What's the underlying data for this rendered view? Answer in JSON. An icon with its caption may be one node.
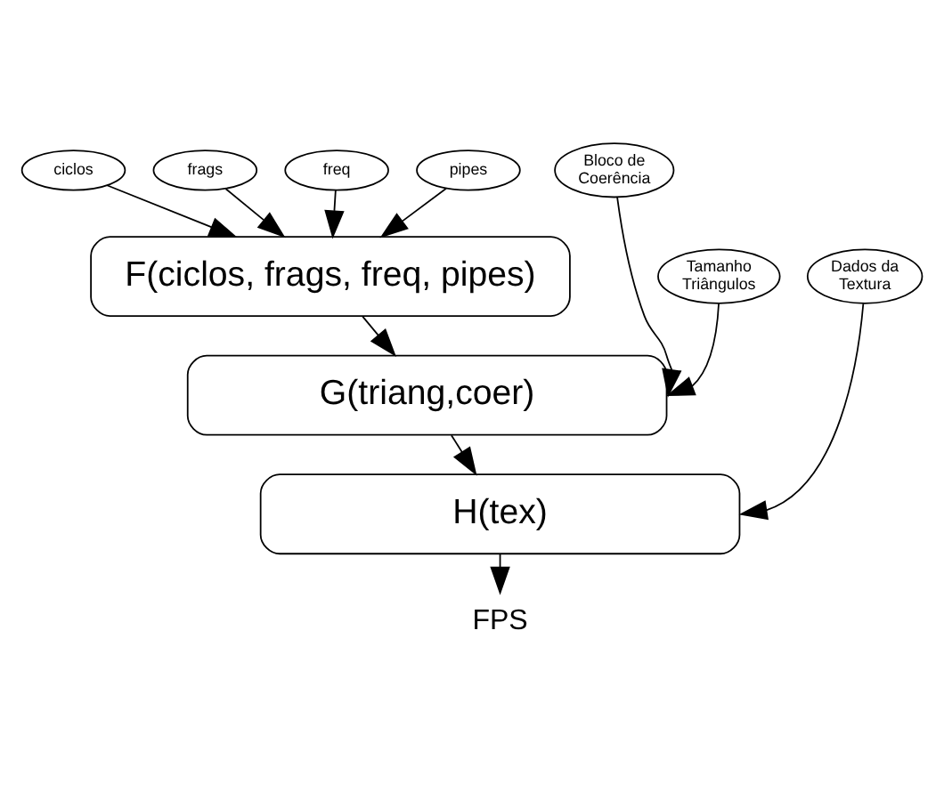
{
  "diagram": {
    "nodes": [
      {
        "text": [
          "ciclos"
        ]
      },
      {
        "text": [
          "frags"
        ]
      },
      {
        "text": [
          "freq"
        ]
      },
      {
        "text": [
          "pipes"
        ]
      },
      {
        "text": [
          "Bloco de Coerência"
        ]
      },
      {
        "text": [
          "Tamanho Triângulos"
        ]
      },
      {
        "text": [
          "Dados da Textura"
        ]
      },
      {
        "text": [
          "F(ciclos, frags, freq, pipes)"
        ]
      },
      {
        "text": [
          "G(triang,coer)"
        ]
      },
      {
        "text": [
          "H(tex)"
        ]
      },
      {
        "text": [
          "FPS"
        ]
      }
    ],
    "edges": [
      {
        "from": 0,
        "to": 7,
        "arrow": "to"
      },
      {
        "from": 1,
        "to": 7,
        "arrow": "to"
      },
      {
        "from": 2,
        "to": 7,
        "arrow": "to"
      },
      {
        "from": 3,
        "to": 7,
        "arrow": "to"
      },
      {
        "from": 7,
        "to": 8,
        "arrow": "to"
      },
      {
        "from": 5,
        "to": 8,
        "arrow": "to"
      },
      {
        "from": 4,
        "to": 8,
        "arrow": "to"
      },
      {
        "from": 8,
        "to": 9,
        "arrow": "to"
      },
      {
        "from": 6,
        "to": 9,
        "arrow": "to"
      },
      {
        "from": 9,
        "to": 10,
        "arrow": "to"
      }
    ]
  }
}
